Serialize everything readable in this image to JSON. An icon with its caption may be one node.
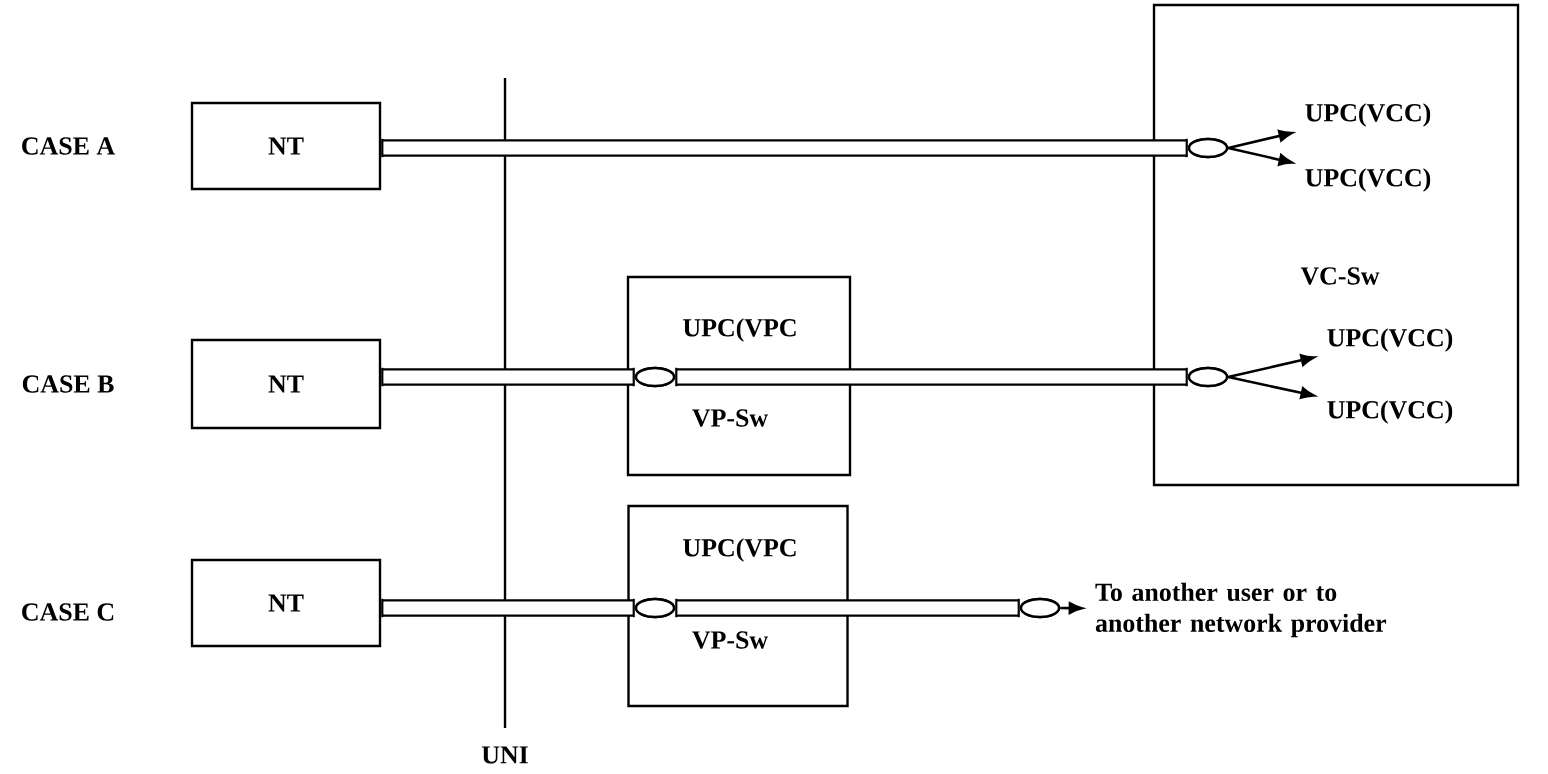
{
  "diagram": {
    "nodes": [
      {
        "text": [
          "NT"
        ],
        "beside": [
          "CASE A"
        ]
      },
      {
        "text": [
          "NT"
        ],
        "beside": [
          "CASE B"
        ]
      },
      {
        "text": [
          "NT"
        ],
        "beside": [
          "CASE C"
        ]
      },
      {
        "text": [
          "UPC(VPC",
          "VP-Sw"
        ]
      },
      {
        "text": [
          "UPC(VPC",
          "VP-Sw"
        ]
      },
      {
        "text": [
          "VC-Sw"
        ]
      },
      {
        "text": [
          "UPC(VCC)"
        ],
        "in": 5
      },
      {
        "text": [
          "UPC(VCC)"
        ],
        "in": 5
      },
      {
        "text": [
          "UPC(VCC)"
        ],
        "in": 5
      },
      {
        "text": [
          "UPC(VCC)"
        ],
        "in": 5
      },
      {
        "text": [
          "To another user or to another network provider"
        ]
      },
      {
        "text": [],
        "shape": "ellipse",
        "in": 5
      },
      {
        "text": [],
        "shape": "ellipse",
        "in": 3
      },
      {
        "text": [],
        "shape": "ellipse",
        "in": 5
      },
      {
        "text": [],
        "shape": "ellipse",
        "in": 4
      },
      {
        "text": [],
        "shape": "ellipse"
      }
    ],
    "edges": [
      {
        "from": 0,
        "to": 11,
        "arrow": "other",
        "style": "thick"
      },
      {
        "from": 11,
        "to": 6,
        "arrow": "to"
      },
      {
        "from": 11,
        "to": 7,
        "arrow": "to"
      },
      {
        "from": 1,
        "to": 12,
        "arrow": "other",
        "style": "thick"
      },
      {
        "from": 12,
        "to": 13,
        "arrow": "other",
        "style": "thick"
      },
      {
        "from": 13,
        "to": 8,
        "arrow": "to"
      },
      {
        "from": 13,
        "to": 9,
        "arrow": "to"
      },
      {
        "from": 2,
        "to": 14,
        "arrow": "other",
        "style": "thick"
      },
      {
        "from": 14,
        "to": 15,
        "arrow": "other",
        "style": "thick"
      },
      {
        "from": 15,
        "to": 10,
        "arrow": "to"
      }
    ],
    "labels": [
      "UNI"
    ]
  }
}
